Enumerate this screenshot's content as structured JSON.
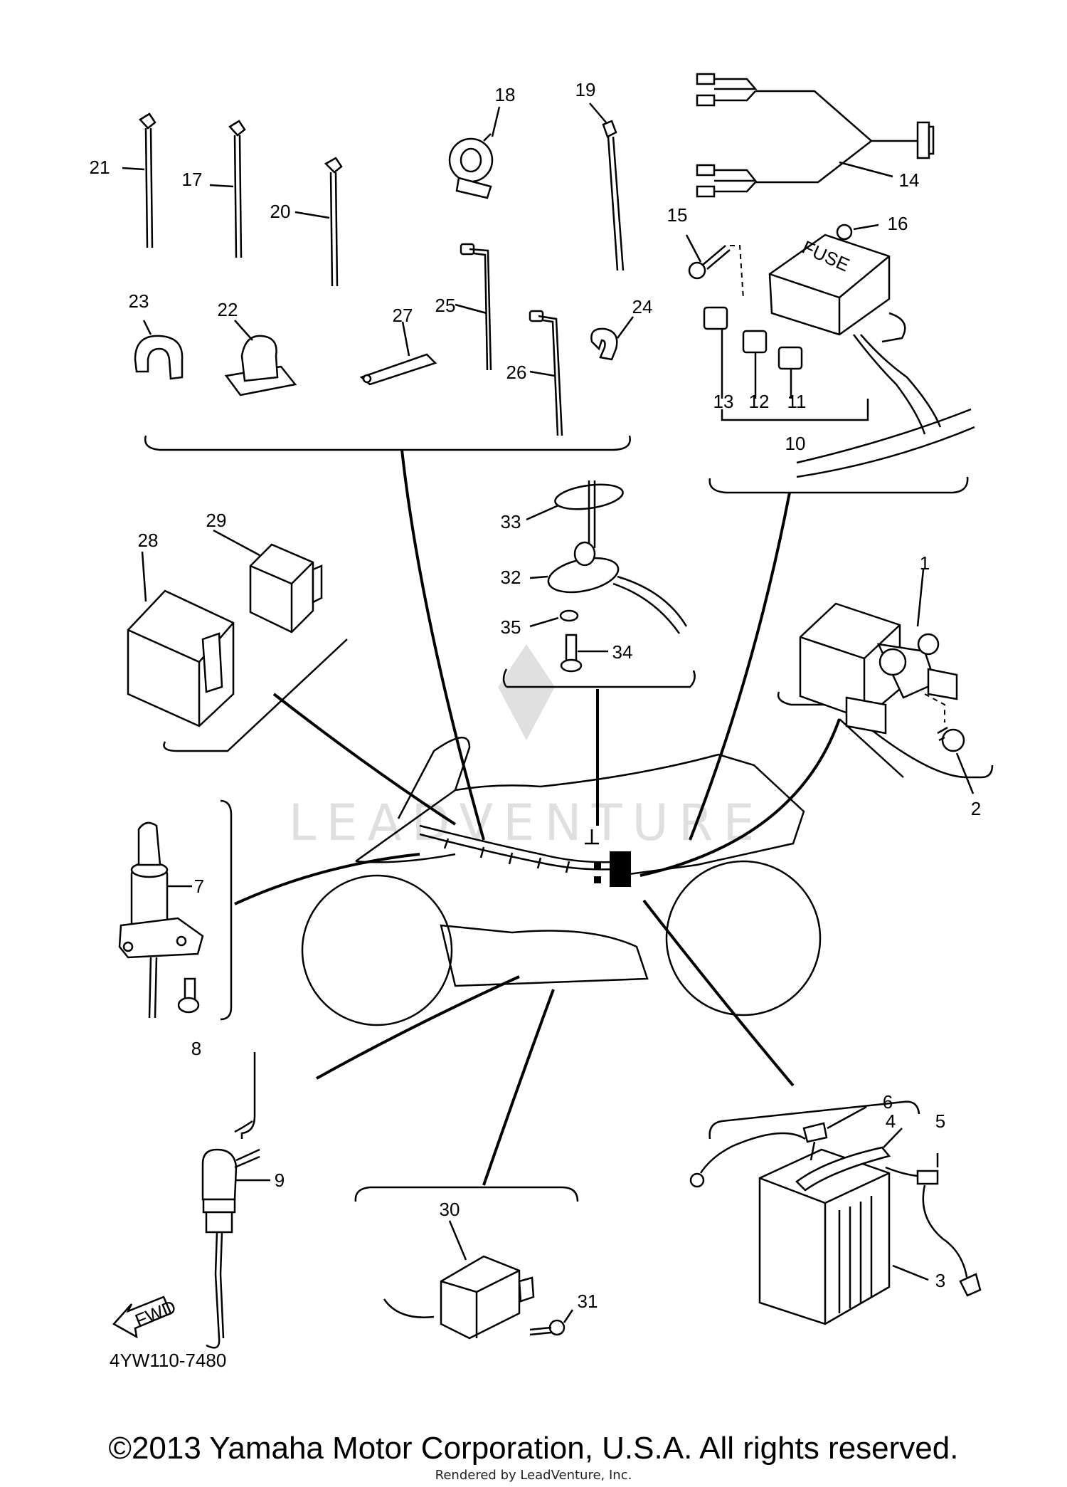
{
  "callouts": [
    {
      "id": "1",
      "text": "1"
    },
    {
      "id": "2",
      "text": "2"
    },
    {
      "id": "3",
      "text": "3"
    },
    {
      "id": "4",
      "text": "4"
    },
    {
      "id": "5",
      "text": "5"
    },
    {
      "id": "6",
      "text": "6"
    },
    {
      "id": "7",
      "text": "7"
    },
    {
      "id": "8",
      "text": "8"
    },
    {
      "id": "9",
      "text": "9"
    },
    {
      "id": "10",
      "text": "10"
    },
    {
      "id": "11",
      "text": "11"
    },
    {
      "id": "12",
      "text": "12"
    },
    {
      "id": "13",
      "text": "13"
    },
    {
      "id": "14",
      "text": "14"
    },
    {
      "id": "15",
      "text": "15"
    },
    {
      "id": "16",
      "text": "16"
    },
    {
      "id": "17",
      "text": "17"
    },
    {
      "id": "18",
      "text": "18"
    },
    {
      "id": "19",
      "text": "19"
    },
    {
      "id": "20",
      "text": "20"
    },
    {
      "id": "21",
      "text": "21"
    },
    {
      "id": "22",
      "text": "22"
    },
    {
      "id": "23",
      "text": "23"
    },
    {
      "id": "24",
      "text": "24"
    },
    {
      "id": "25",
      "text": "25"
    },
    {
      "id": "26",
      "text": "26"
    },
    {
      "id": "27",
      "text": "27"
    },
    {
      "id": "28",
      "text": "28"
    },
    {
      "id": "29",
      "text": "29"
    },
    {
      "id": "30",
      "text": "30"
    },
    {
      "id": "31",
      "text": "31"
    },
    {
      "id": "32",
      "text": "32"
    },
    {
      "id": "33",
      "text": "33"
    },
    {
      "id": "34",
      "text": "34"
    },
    {
      "id": "35",
      "text": "35"
    }
  ],
  "fuse_box_text": "FUSE",
  "fwd_arrow_text": "FWD",
  "diagram_code": "4YW110-7480",
  "watermark_text": "LEADVENTURE",
  "copyright": "©2013 Yamaha Motor Corporation, U.S.A. All rights reserved.",
  "rendered_by": "Rendered by LeadVenture, Inc."
}
